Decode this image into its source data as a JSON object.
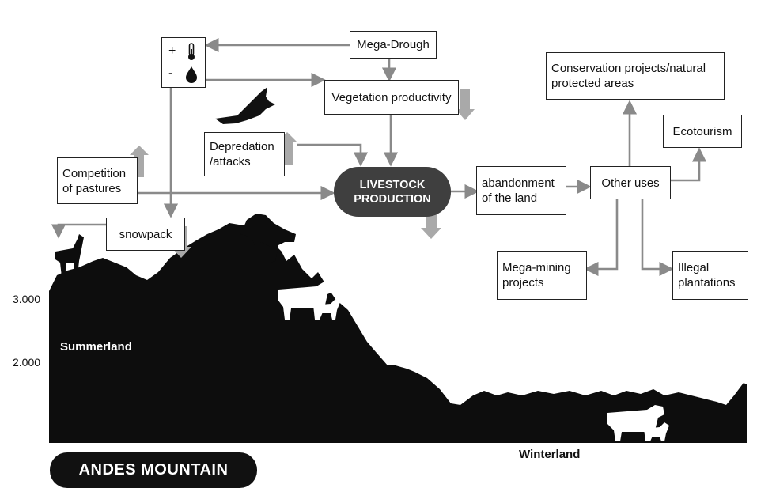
{
  "diagram": {
    "climate_box": {
      "plus": "+",
      "minus": "-",
      "icons": [
        "thermometer-icon",
        "water-drop-icon"
      ]
    },
    "nodes": {
      "mega_drought": "Mega-Drough",
      "vegetation": "Vegetation productivity",
      "depredation": [
        "Depredation",
        "/attacks"
      ],
      "competition": [
        "Competition",
        "of pastures"
      ],
      "snowpack": "snowpack",
      "livestock": [
        "LIVESTOCK",
        "PRODUCTION"
      ],
      "abandonment": [
        "abandonment",
        "of the land"
      ],
      "other_uses": "Other uses",
      "conservation": [
        "Conservation projects/natural",
        "protected areas"
      ],
      "ecotourism": "Ecotourism",
      "mega_mining": [
        "Mega-mining",
        "projects"
      ],
      "illegal": [
        "Illegal",
        "plantations"
      ]
    },
    "altitudes": [
      "3.000",
      "2.000"
    ],
    "regions": {
      "summer": "Summerland",
      "winter": "Winterland"
    },
    "banner": "ANDES MOUNTAIN",
    "colors": {
      "arrow": "#8a8a8a",
      "trend": "#a9a9a9",
      "mountain": "#0d0d0d",
      "pill": "#3f3f3f"
    },
    "trends": {
      "competition": "up",
      "depredation": "up",
      "vegetation": "down",
      "snowpack": "down",
      "livestock": "down"
    },
    "silhouettes": [
      "condor-icon",
      "puma-icon",
      "guanaco-icon",
      "cow-and-calf-icon",
      "cow-and-calf-icon"
    ]
  }
}
